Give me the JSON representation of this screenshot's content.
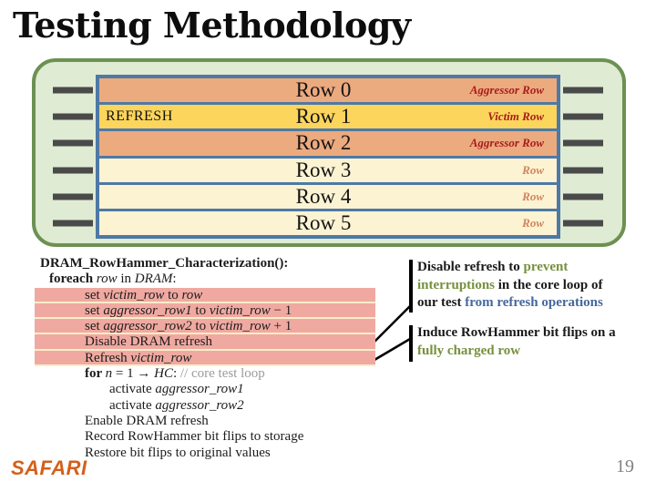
{
  "slide": {
    "title": "Testing Methodology",
    "logo": "SAFARI",
    "page_number": "19"
  },
  "colors": {
    "green_fill": "#dfebd3",
    "green_border": "#6c9153",
    "table_border": "#4e79a4",
    "salmon_row": "#ecaa7f",
    "yellow_row": "#fbd55c",
    "cream_row": "#fcf3d3",
    "pink_highlight": "#f0a9a1",
    "accent_green": "#77903e",
    "accent_blue": "#45689b",
    "logo_orange": "#d4601a",
    "role_red": "#a81d1d"
  },
  "diagram": {
    "rows": [
      {
        "name": "Row 0",
        "role": "Aggressor Row",
        "type": "aggressor",
        "prefix": ""
      },
      {
        "name": "Row 1",
        "role": "Victim Row",
        "type": "victim",
        "prefix": "REFRESH"
      },
      {
        "name": "Row 2",
        "role": "Aggressor Row",
        "type": "aggressor",
        "prefix": ""
      },
      {
        "name": "Row 3",
        "role": "Row",
        "type": "normal",
        "prefix": ""
      },
      {
        "name": "Row 4",
        "role": "Row",
        "type": "normal",
        "prefix": ""
      },
      {
        "name": "Row 5",
        "role": "Row",
        "type": "normal",
        "prefix": ""
      }
    ]
  },
  "code": {
    "lines": [
      {
        "indent": 0,
        "highlight": false,
        "segments": [
          {
            "t": "DRAM_RowHammer_Characterization():",
            "s": "b"
          }
        ]
      },
      {
        "indent": 1,
        "highlight": false,
        "segments": [
          {
            "t": "foreach ",
            "s": "b"
          },
          {
            "t": "row",
            "s": "i"
          },
          {
            "t": " in ",
            "s": ""
          },
          {
            "t": "DRAM",
            "s": "i"
          },
          {
            "t": ":",
            "s": ""
          }
        ]
      },
      {
        "indent": 2,
        "highlight": true,
        "segments": [
          {
            "t": "set ",
            "s": ""
          },
          {
            "t": "victim_row",
            "s": "i"
          },
          {
            "t": " to ",
            "s": ""
          },
          {
            "t": "row",
            "s": "i"
          }
        ]
      },
      {
        "indent": 2,
        "highlight": true,
        "segments": [
          {
            "t": "set ",
            "s": ""
          },
          {
            "t": "aggressor_row1",
            "s": "i"
          },
          {
            "t": " to ",
            "s": ""
          },
          {
            "t": "victim_row",
            "s": "i"
          },
          {
            "t": " − 1",
            "s": ""
          }
        ]
      },
      {
        "indent": 2,
        "highlight": true,
        "segments": [
          {
            "t": "set ",
            "s": ""
          },
          {
            "t": "aggressor_row2",
            "s": "i"
          },
          {
            "t": " to ",
            "s": ""
          },
          {
            "t": "victim_row",
            "s": "i"
          },
          {
            "t": " + 1",
            "s": ""
          }
        ]
      },
      {
        "indent": 2,
        "highlight": true,
        "segments": [
          {
            "t": "Disable DRAM refresh",
            "s": ""
          }
        ]
      },
      {
        "indent": 2,
        "highlight": true,
        "segments": [
          {
            "t": "Refresh ",
            "s": ""
          },
          {
            "t": "victim_row",
            "s": "i"
          }
        ]
      },
      {
        "indent": 2,
        "highlight": false,
        "segments": [
          {
            "t": "for ",
            "s": "b"
          },
          {
            "t": "n",
            "s": "i"
          },
          {
            "t": " = 1 → ",
            "s": ""
          },
          {
            "t": "HC",
            "s": "i"
          },
          {
            "t": ": ",
            "s": ""
          },
          {
            "t": "// core test loop",
            "s": "c"
          }
        ]
      },
      {
        "indent": 3,
        "highlight": false,
        "segments": [
          {
            "t": "activate ",
            "s": ""
          },
          {
            "t": "aggressor_row1",
            "s": "i"
          }
        ]
      },
      {
        "indent": 3,
        "highlight": false,
        "segments": [
          {
            "t": "activate ",
            "s": ""
          },
          {
            "t": "aggressor_row2",
            "s": "i"
          }
        ]
      },
      {
        "indent": 2,
        "highlight": false,
        "segments": [
          {
            "t": "Enable DRAM refresh",
            "s": ""
          }
        ]
      },
      {
        "indent": 2,
        "highlight": false,
        "segments": [
          {
            "t": "Record RowHammer bit flips to storage",
            "s": ""
          }
        ]
      },
      {
        "indent": 2,
        "highlight": false,
        "segments": [
          {
            "t": "Restore bit flips to original values",
            "s": ""
          }
        ]
      }
    ]
  },
  "callouts": [
    {
      "lines": [
        [
          {
            "t": "Disable refresh to ",
            "c": "black"
          },
          {
            "t": "prevent",
            "c": "green"
          }
        ],
        [
          {
            "t": "interruptions",
            "c": "green"
          },
          {
            "t": " in the core loop of",
            "c": "black"
          }
        ],
        [
          {
            "t": "our test ",
            "c": "black"
          },
          {
            "t": "from refresh operations",
            "c": "blue"
          }
        ]
      ]
    },
    {
      "lines": [
        [
          {
            "t": "Induce RowHammer bit flips on a",
            "c": "black"
          }
        ],
        [
          {
            "t": "fully charged row",
            "c": "green"
          }
        ]
      ]
    }
  ]
}
